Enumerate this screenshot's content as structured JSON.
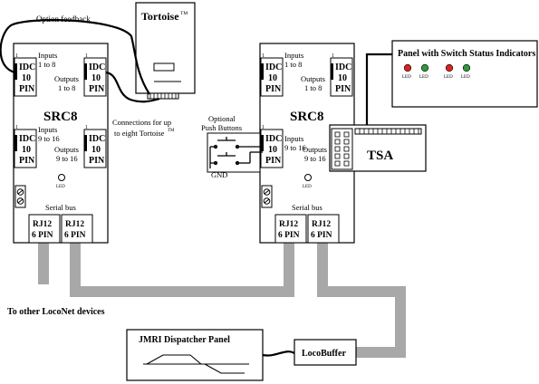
{
  "labels": {
    "option_feedback": "Option feedback",
    "tortoise": "Tortoise",
    "tm": "TM",
    "connections_line1": "Connections for up",
    "connections_line2": "to eight Tortoise",
    "to_other_loconet": "To other LocoNet devices",
    "optional_line1": "Optional",
    "optional_line2": "Push Buttons",
    "gnd": "GND",
    "panel_title": "Panel with Switch Status Indicators",
    "led": "LED",
    "tsa": "TSA",
    "jmri_panel": "JMRI Dispatcher Panel",
    "locobuffer": "LocoBuffer",
    "serial_bus": "Serial bus",
    "src8": "SRC8",
    "idc1": "IDC",
    "idc2": "10",
    "idc3": "PIN",
    "rj1": "RJ12",
    "rj2": "6 PIN",
    "pin1": "1",
    "inputs_1_8_a": "Inputs",
    "inputs_1_8_b": "1 to 8",
    "outputs_1_8_a": "Outputs",
    "outputs_1_8_b": "1 to 8",
    "inputs_9_16_a": "Inputs",
    "inputs_9_16_b": "9 to 16",
    "outputs_9_16_a": "Outputs",
    "outputs_9_16_b": "9 to 16"
  },
  "colors": {
    "panel_led_colors": [
      "#d9251c",
      "#2f9a3a",
      "#d9251c",
      "#2f9a3a"
    ],
    "bus_cable": "#a8a8a8"
  }
}
